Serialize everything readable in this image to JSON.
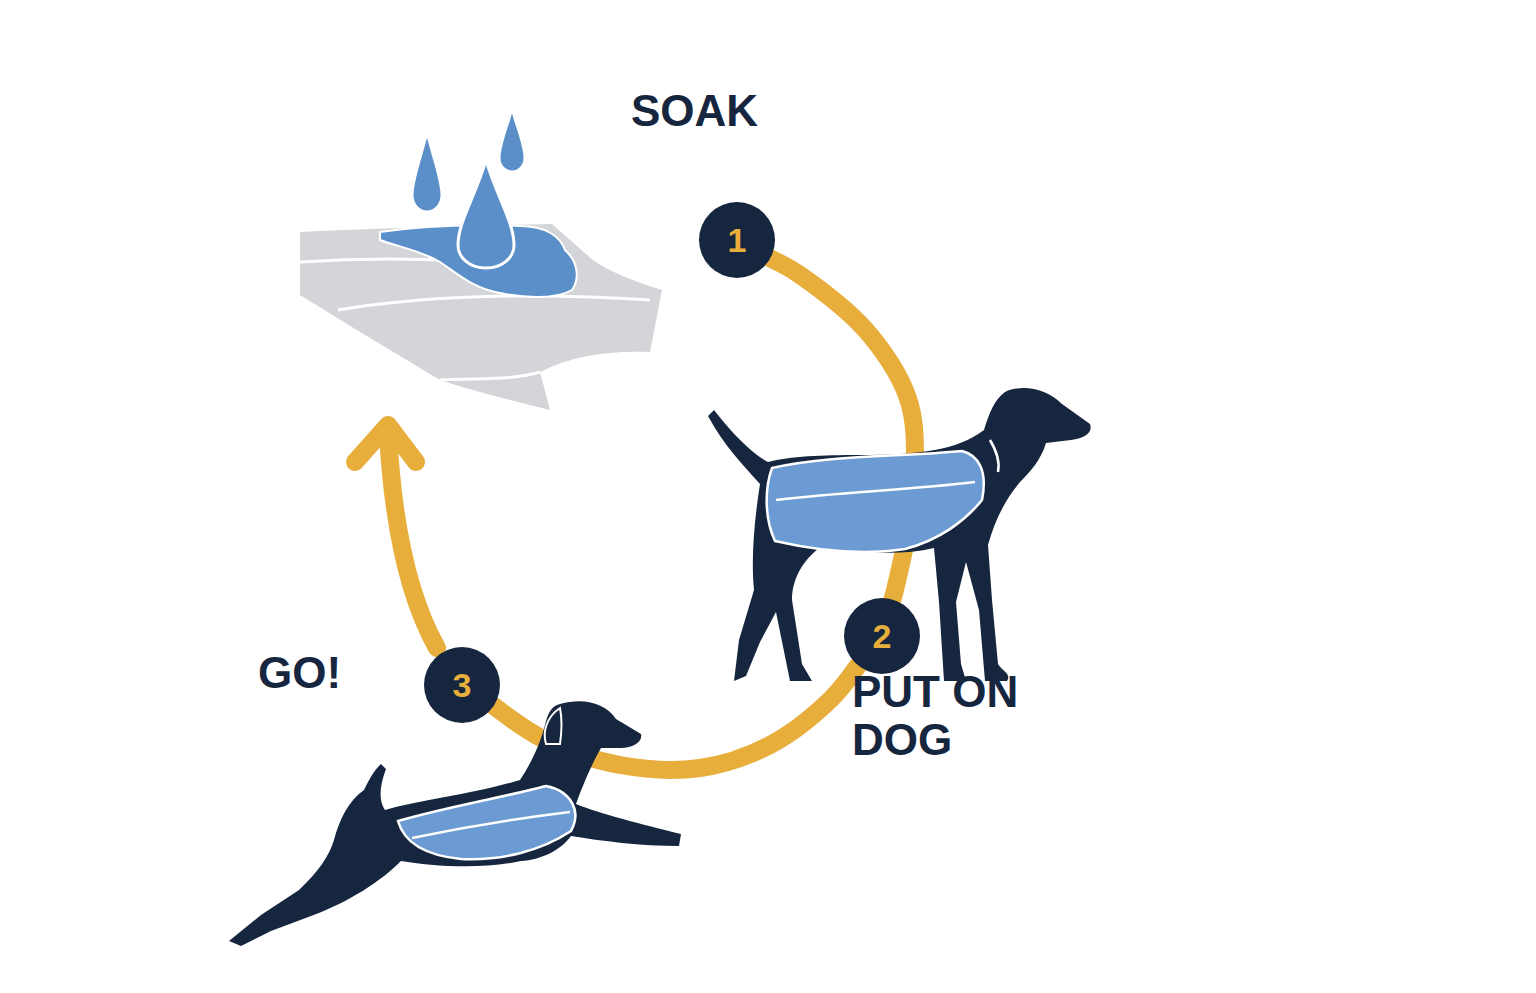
{
  "diagram": {
    "nodes": [
      {
        "text": [
          "SOAK",
          "1"
        ]
      },
      {
        "text": [
          "PUT ON DOG",
          "2"
        ]
      },
      {
        "text": [
          "GO!",
          "3"
        ]
      }
    ],
    "edges": [
      {
        "from": 0,
        "to": 1,
        "arrow": "none"
      },
      {
        "from": 1,
        "to": 2,
        "arrow": "none"
      }
    ]
  }
}
